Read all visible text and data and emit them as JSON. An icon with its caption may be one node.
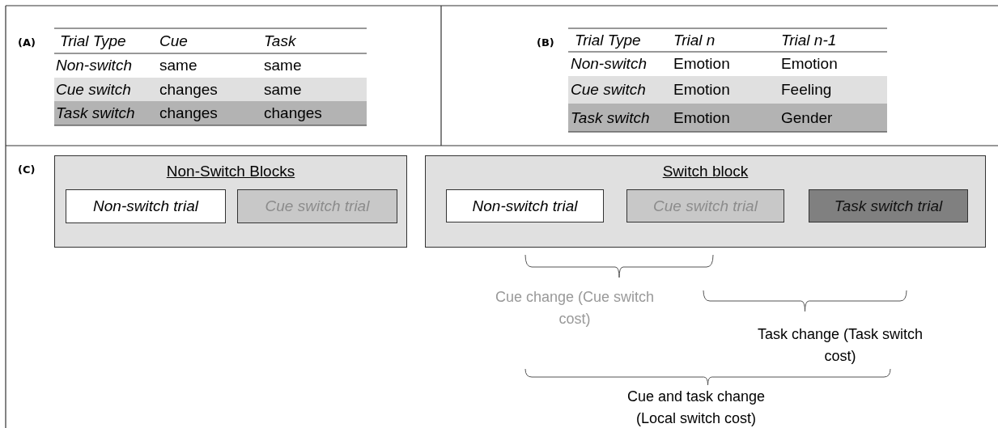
{
  "diagram": {
    "nodes": [
      {
        "text": [
          "Non-Switch Blocks"
        ]
      },
      {
        "text": [
          "Non-switch trial"
        ],
        "in": 0
      },
      {
        "text": [
          "Cue switch trial"
        ],
        "in": 0
      },
      {
        "text": [
          "Switch block"
        ]
      },
      {
        "text": [
          "Non-switch trial"
        ],
        "in": 3
      },
      {
        "text": [
          "Cue switch trial"
        ],
        "in": 3
      },
      {
        "text": [
          "Task switch trial"
        ],
        "in": 3
      }
    ],
    "labels": [
      "(A)",
      "Trial Type",
      "Cue",
      "Task",
      "Non-switch",
      "same",
      "same",
      "Cue switch",
      "changes",
      "same",
      "Task switch",
      "changes",
      "changes",
      "(B)",
      "Trial Type",
      "Trial n",
      "Trial n-1",
      "Non-switch",
      "Emotion",
      "Emotion",
      "Cue switch",
      "Emotion",
      "Feeling",
      "Task switch",
      "Emotion",
      "Gender",
      "(C)",
      "Cue change (Cue switch cost)",
      "Task change (Task switch cost)",
      "Cue and task change (Local switch cost)"
    ]
  }
}
